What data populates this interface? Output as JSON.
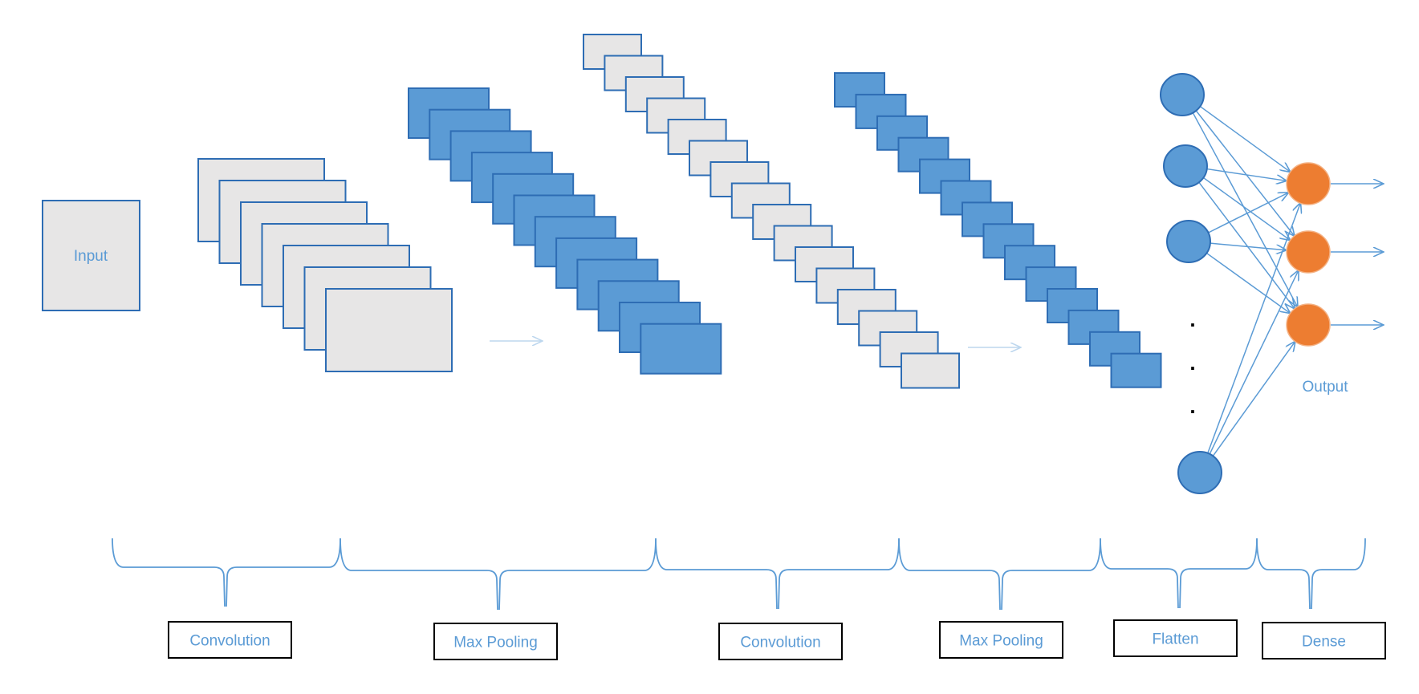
{
  "input": {
    "label": "Input"
  },
  "output": {
    "label": "Output"
  },
  "stages": [
    {
      "label": "Convolution"
    },
    {
      "label": "Max Pooling"
    },
    {
      "label": "Convolution"
    },
    {
      "label": "Max Pooling"
    },
    {
      "label": "Flatten"
    },
    {
      "label": "Dense"
    }
  ],
  "ellipsis": ".",
  "colors": {
    "blue": "#5B9BD5",
    "blue_border": "#2E6DB4",
    "gray_fill": "#E7E6E6",
    "orange": "#ED7D31",
    "arrow": "#5B9BD5",
    "faint_arrow": "#BDD7EE",
    "text": "#5B9BD5"
  }
}
